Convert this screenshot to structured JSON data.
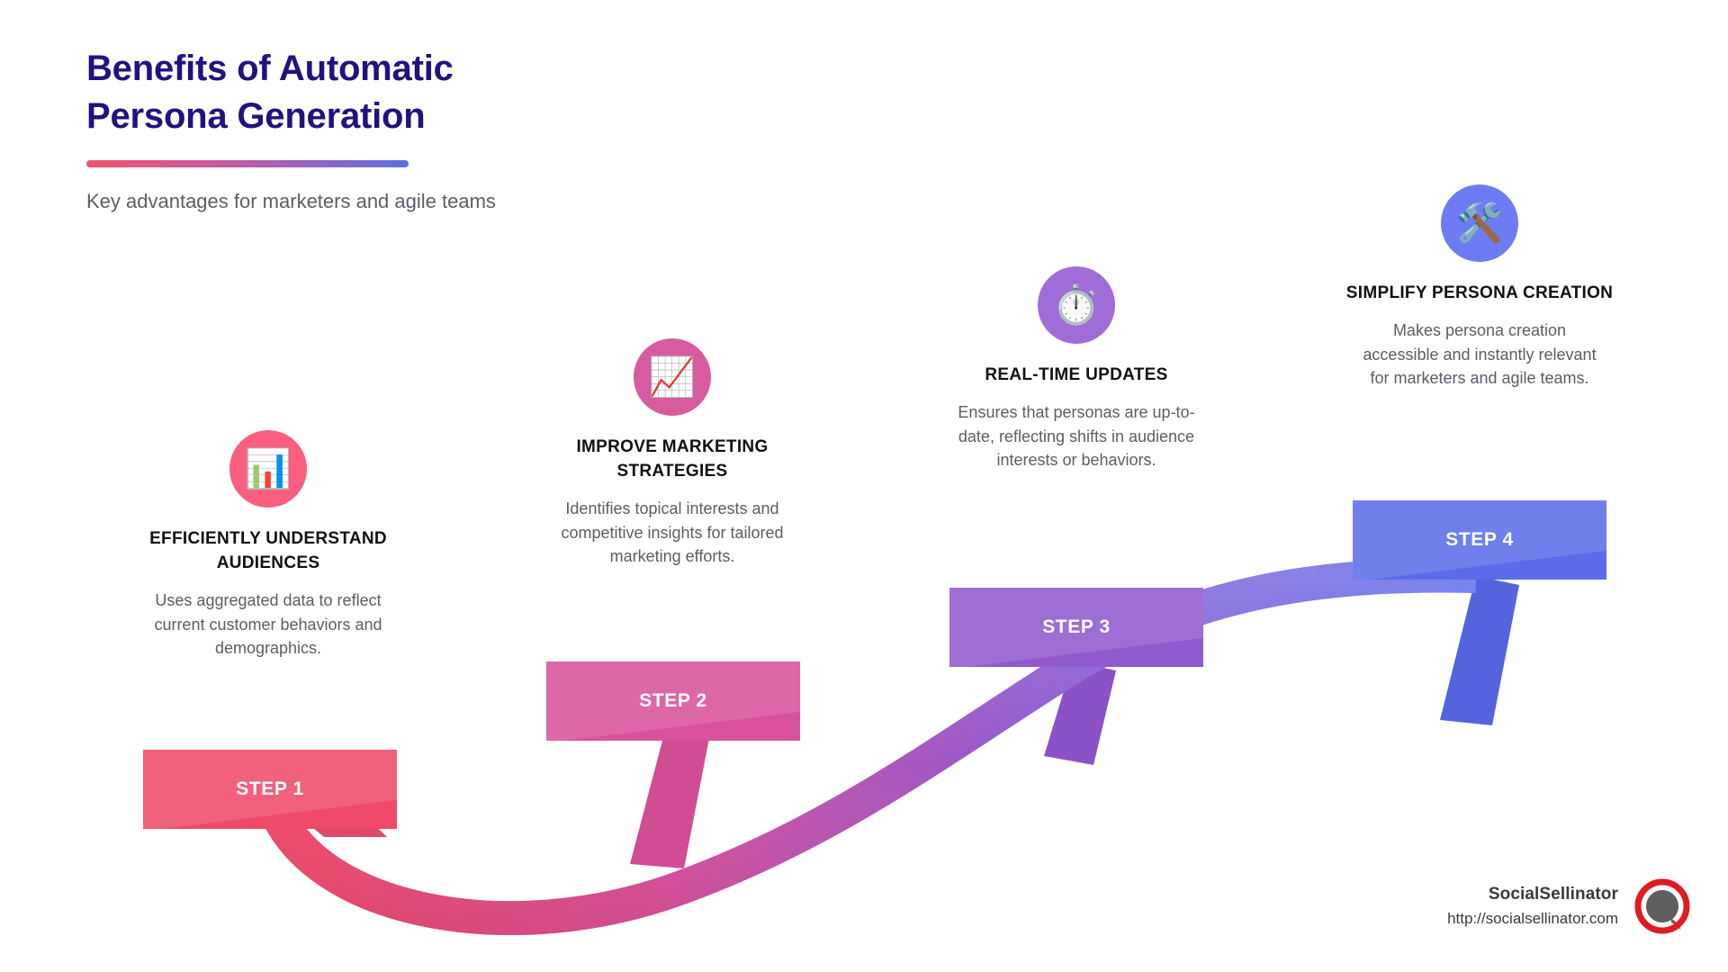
{
  "header": {
    "title": "Benefits of Automatic\nPersona Generation",
    "subtitle": "Key advantages for marketers and agile teams"
  },
  "colors": {
    "title": "#22117F",
    "body_text": "#5C5C6B",
    "rule_start": "#F2536C",
    "rule_end": "#5B6FE3",
    "step1": "#EF4A69",
    "step2": "#D9519B",
    "step3": "#9159CE",
    "step4": "#5A6CEA"
  },
  "steps": [
    {
      "banner_label": "STEP 1",
      "heading": "EFFICIENTLY UNDERSTAND AUDIENCES",
      "description": "Uses aggregated data to reflect current customer behaviors and demographics.",
      "icon": "bar-chart-icon",
      "icon_glyph": "📊",
      "icon_bg": "#FB5F7F",
      "banner_color": "#EF4A69"
    },
    {
      "banner_label": "STEP 2",
      "heading": "IMPROVE MARKETING STRATEGIES",
      "description": "Identifies topical interests and competitive insights for tailored marketing efforts.",
      "icon": "chart-increasing-icon",
      "icon_glyph": "📈",
      "icon_bg": "#D65C9F",
      "banner_color": "#D9519B"
    },
    {
      "banner_label": "STEP 3",
      "heading": "REAL-TIME UPDATES",
      "description": "Ensures that personas are up-to-date, reflecting shifts in audience interests or behaviors.",
      "icon": "stopwatch-icon",
      "icon_glyph": "⏱️",
      "icon_bg": "#A06DD8",
      "banner_color": "#9159CE"
    },
    {
      "banner_label": "STEP 4",
      "heading": "SIMPLIFY PERSONA CREATION",
      "description": "Makes persona creation accessible and instantly relevant for marketers and agile teams.",
      "icon": "hammer-and-wrench-icon",
      "icon_glyph": "🛠️",
      "icon_bg": "#6D7CF3",
      "banner_color": "#5A6CEA"
    }
  ],
  "footer": {
    "brand_name": "SocialSellinator",
    "brand_url": "http://socialsellinator.com",
    "logo_icon": "speech-bubble-logo"
  }
}
